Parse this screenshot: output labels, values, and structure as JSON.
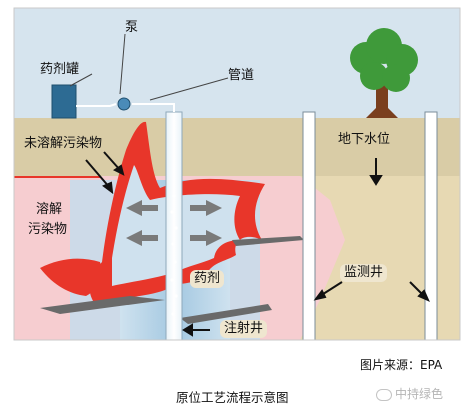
{
  "labels": {
    "pump": "泵",
    "tank": "药剂罐",
    "pipe": "管道",
    "undissolved": "未溶解污染物",
    "groundwater": "地下水位",
    "dissolved_line1": "溶解",
    "dissolved_line2": "污染物",
    "reagent": "药剂",
    "monitor_well": "监测井",
    "injection_well": "注射井"
  },
  "footer": {
    "source": "图片来源：EPA",
    "caption": "原位工艺流程示意图",
    "watermark": "中持绿色"
  },
  "colors": {
    "sky": "#d6e4ee",
    "soil": "#d9cca6",
    "contamination_zone": "#f6cdd0",
    "plume": "#e8362a",
    "reagent_column": "#a9cde4",
    "tank": "#2d6b93",
    "tree_foliage": "#3f9a3a",
    "trunk": "#7a3f1e"
  }
}
